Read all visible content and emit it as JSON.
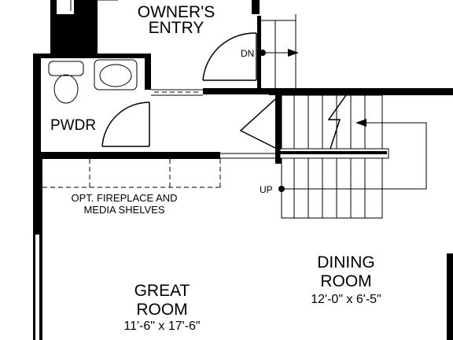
{
  "labels": {
    "owners_entry": [
      "OWNER'S",
      "ENTRY"
    ],
    "pwdr": "PWDR",
    "fireplace": [
      "OPT. FIREPLACE AND",
      "MEDIA SHELVES"
    ],
    "dining_name": [
      "DINING",
      "ROOM"
    ],
    "dining_dim": "12'-0\" x 6'-5\"",
    "great_name": [
      "GREAT",
      "ROOM"
    ],
    "great_dim": "11'-6\" x 17'-6\"",
    "stair_down": "DN",
    "stair_up": "UP"
  }
}
